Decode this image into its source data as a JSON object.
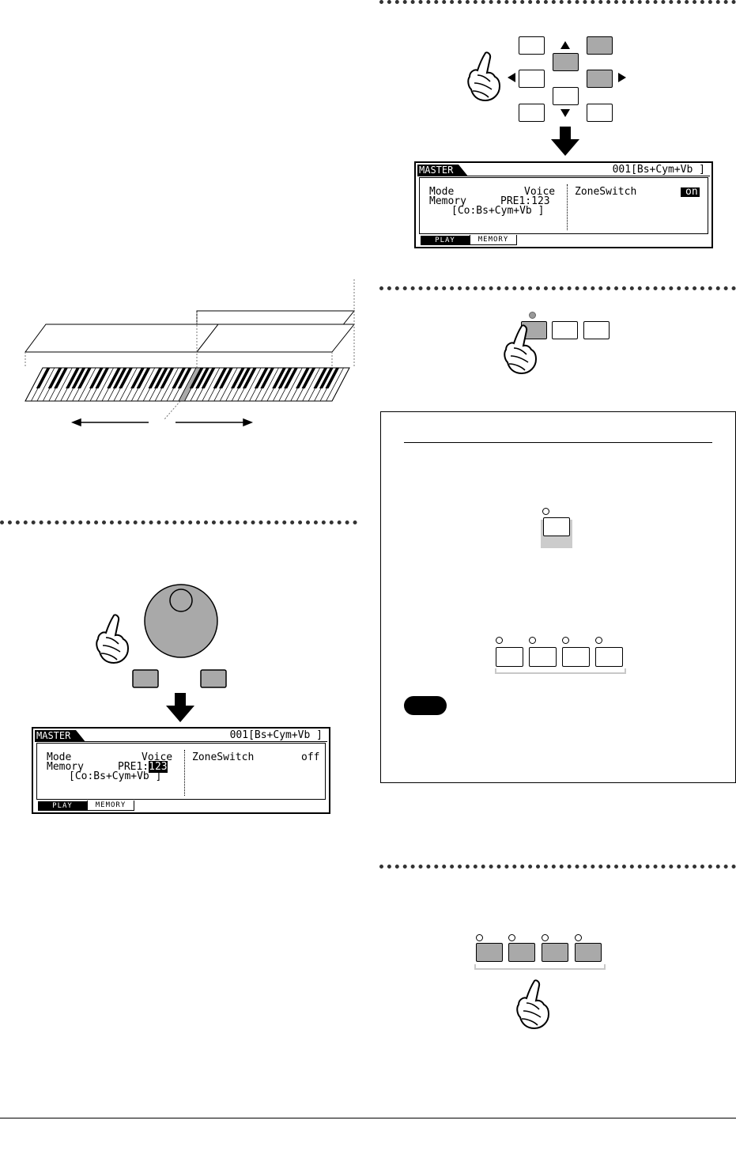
{
  "screen_voice_select": {
    "header_tag": "MASTER",
    "header_right": "001[Bs+Cym+Vb ]",
    "mode_label": "Mode",
    "mode_value": "Voice",
    "memory_label": "Memory",
    "memory_prefix": "PRE1:",
    "memory_number": "123",
    "voice_name": "[Co:Bs+Cym+Vb ]",
    "param_label": "ZoneSwitch",
    "param_value": "off",
    "tab_play": "PLAY",
    "tab_memory": "MEMORY"
  },
  "screen_zone_switch": {
    "header_tag": "MASTER",
    "header_right": "001[Bs+Cym+Vb ]",
    "mode_label": "Mode",
    "mode_value": "Voice",
    "memory_label": "Memory",
    "memory_value": "PRE1:123",
    "voice_name": "[Co:Bs+Cym+Vb ]",
    "param_label": "ZoneSwitch",
    "param_value": "on",
    "tab_play": "PLAY",
    "tab_memory": "MEMORY"
  },
  "colors": {
    "button_active": "#a9a9a9",
    "bracket": "#c8c8c8",
    "highlight": "#cccccc"
  },
  "icons": [
    "pointing-hand-icon",
    "down-arrow-icon",
    "cursor-arrow-icon",
    "data-dial-icon",
    "keyboard-split-diagram",
    "note-badge-icon"
  ]
}
